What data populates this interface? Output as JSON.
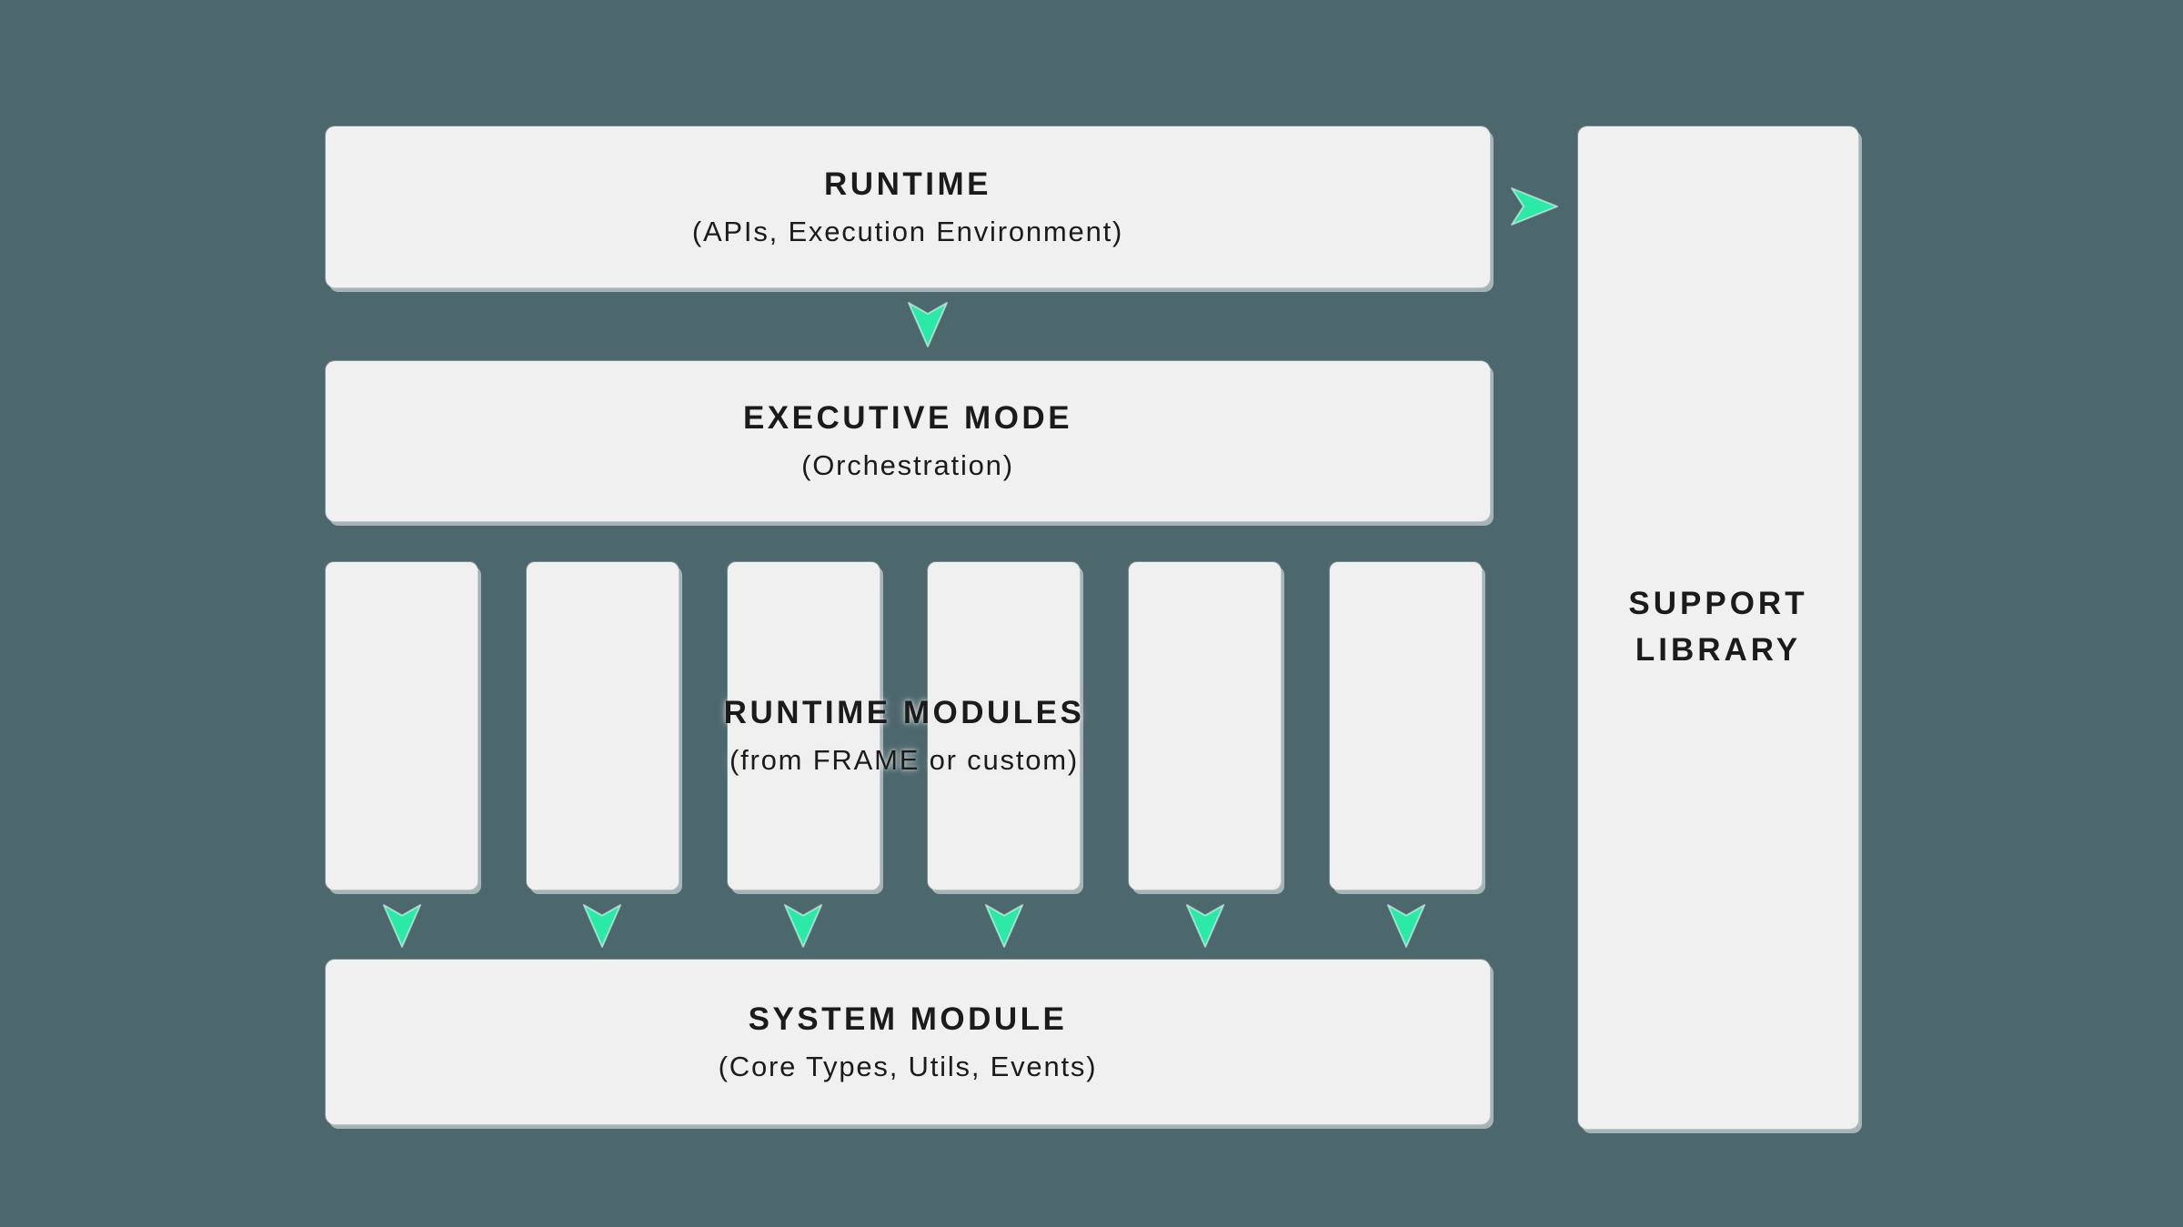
{
  "colors": {
    "background": "#4D686D",
    "panel": "#F0F0F0",
    "accent": "#2BE9A6",
    "text": "#1B1B1B"
  },
  "diagram": {
    "runtime": {
      "title": "RUNTIME",
      "subtitle": "(APIs, Execution Environment)"
    },
    "executive": {
      "title": "EXECUTIVE MODE",
      "subtitle": "(Orchestration)"
    },
    "runtime_modules": {
      "title": "RUNTIME MODULES",
      "subtitle": "(from FRAME or custom)",
      "slot_count": 6
    },
    "system": {
      "title": "SYSTEM MODULE",
      "subtitle": "(Core Types, Utils, Events)"
    },
    "support": {
      "title_line1": "SUPPORT",
      "title_line2": "LIBRARY"
    }
  }
}
